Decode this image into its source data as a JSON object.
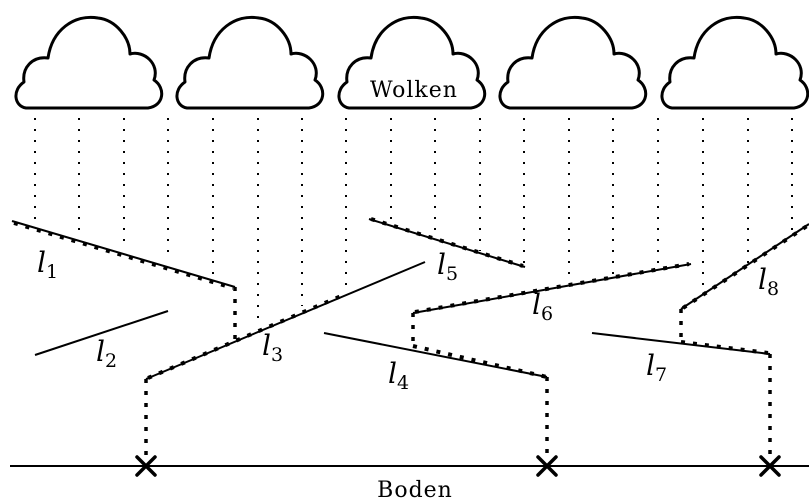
{
  "labels": {
    "clouds": "Wolken",
    "ground": "Boden"
  },
  "segments": [
    {
      "base": "l",
      "index": "1"
    },
    {
      "base": "l",
      "index": "2"
    },
    {
      "base": "l",
      "index": "3"
    },
    {
      "base": "l",
      "index": "4"
    },
    {
      "base": "l",
      "index": "5"
    },
    {
      "base": "l",
      "index": "6"
    },
    {
      "base": "l",
      "index": "7"
    },
    {
      "base": "l",
      "index": "8"
    }
  ],
  "icons": {
    "cloud": "cloud-icon",
    "impact": "cross-icon"
  }
}
